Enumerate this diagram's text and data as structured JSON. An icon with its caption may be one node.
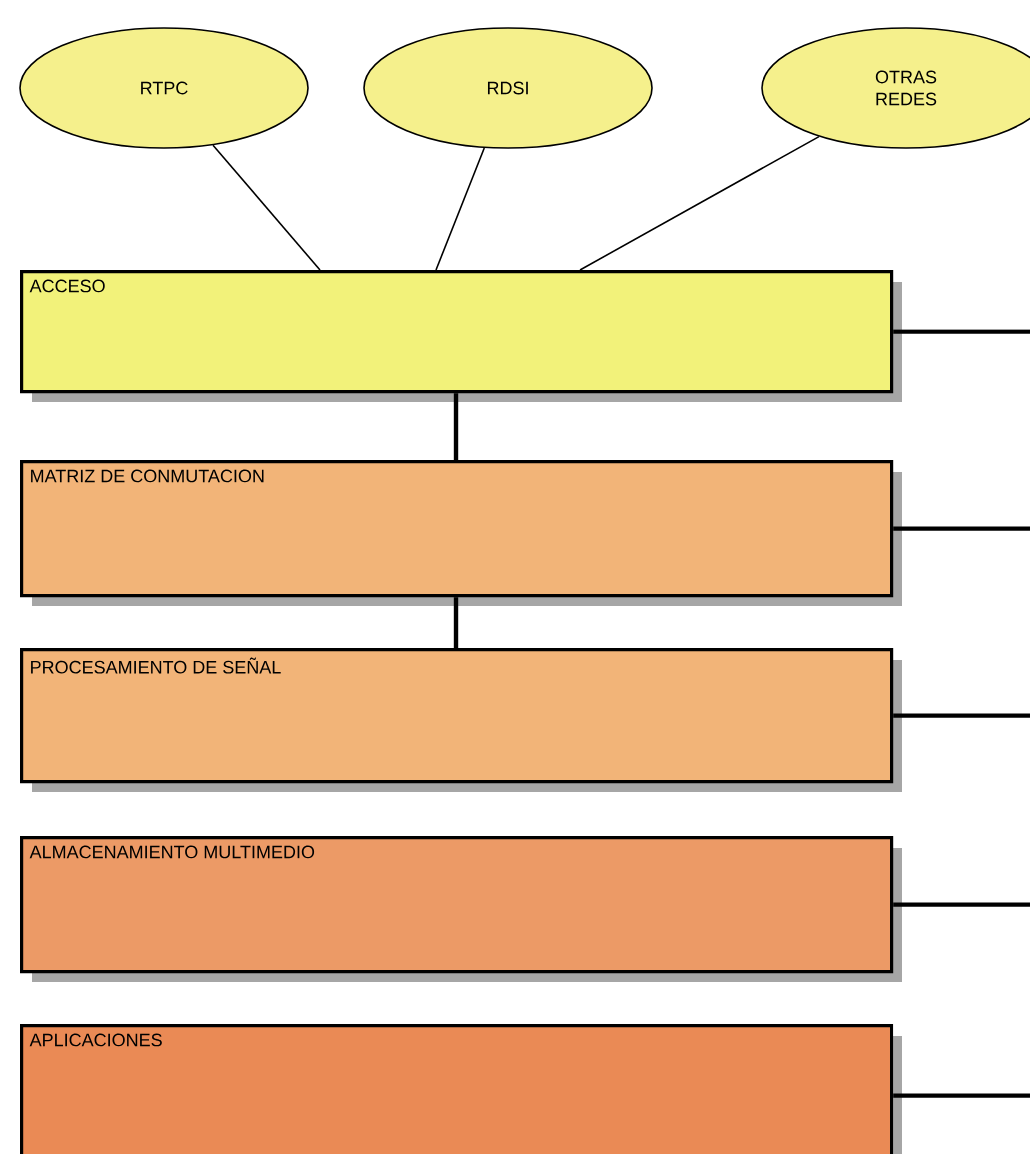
{
  "diagram": {
    "nodes": [
      {
        "text": [
          "RTPC"
        ]
      },
      {
        "text": [
          "RDSI"
        ]
      },
      {
        "text": [
          "OTRAS REDES"
        ]
      },
      {
        "text": [
          "ACCESO"
        ]
      },
      {
        "text": [
          "MATRIZ DE CONMUTACION"
        ]
      },
      {
        "text": [
          "PROCESAMIENTO DE SEÑAL"
        ]
      },
      {
        "text": [
          "ALMACENAMIENTO MULTIMEDIO"
        ]
      },
      {
        "text": [
          "APLICACIONES"
        ]
      }
    ],
    "edges": [
      {
        "from": 0,
        "to": 3,
        "arrow": "none"
      },
      {
        "from": 1,
        "to": 3,
        "arrow": "none"
      },
      {
        "from": 2,
        "to": 3,
        "arrow": "none"
      },
      {
        "from": 3,
        "to": 4,
        "arrow": "none"
      },
      {
        "from": 4,
        "to": 5,
        "arrow": "none"
      },
      {
        "from": 3,
        "to": null,
        "arrow": "none"
      },
      {
        "from": 4,
        "to": null,
        "arrow": "none"
      },
      {
        "from": 5,
        "to": null,
        "arrow": "none"
      },
      {
        "from": 6,
        "to": null,
        "arrow": "none"
      },
      {
        "from": 7,
        "to": null,
        "arrow": "none"
      }
    ]
  }
}
